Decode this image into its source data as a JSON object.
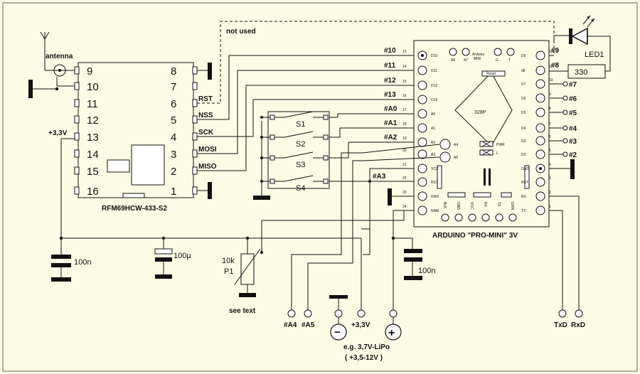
{
  "rfm": {
    "name": "RFM69HCW-433-S2",
    "left_pins": [
      "9",
      "10",
      "11",
      "12",
      "13",
      "14",
      "15",
      "16"
    ],
    "right_pins": [
      "8",
      "7",
      "6",
      "5",
      "4",
      "3",
      "2",
      "1"
    ],
    "signals": [
      "RST",
      "NSS",
      "SCK",
      "MOSI",
      "MISO"
    ]
  },
  "antenna_label": "antenna",
  "supply_33": "+3,3V",
  "not_used": "not used",
  "arduino": {
    "name": "ARDUINO \"PRO-MINI\" 3V",
    "chip_label": "328P",
    "board_text": [
      "Arduino",
      "MINI"
    ],
    "reset_label": "Reset",
    "pwr_label": "PWR",
    "l_label": "L",
    "left_pin_labels": [
      "D10",
      "D11",
      "D12",
      "D13",
      "A0",
      "A1",
      "A2",
      "A3",
      "VCC",
      "RST",
      "GND",
      "RAW"
    ],
    "left_pin_nums": [
      "13",
      "14",
      "15",
      "16",
      "17",
      "18",
      "19",
      "20",
      "21",
      "22",
      "23",
      "24"
    ],
    "right_pin_labels": [
      "D9",
      "d8",
      "D7",
      "D6",
      "D5",
      "D4",
      "D3",
      "D2",
      "GND",
      "RST",
      "RX",
      "TX"
    ],
    "right_pin_nums": [
      "12",
      "11",
      "10",
      "9",
      "8",
      "7",
      "6",
      "5",
      "4",
      "3",
      "2",
      "1"
    ],
    "top_pads": [
      "A6",
      "A7",
      "G",
      "T"
    ],
    "bottom_pads": [
      "BLK",
      "GND",
      "VCC",
      "RX",
      "TX",
      "GRN"
    ],
    "a4_label": "A4",
    "a5_label": "A5"
  },
  "net_left": [
    "#10",
    "#11",
    "#12",
    "#13",
    "#A0",
    "#A1",
    "#A2",
    "#A3"
  ],
  "net_right": [
    "#9",
    "#8",
    "#7",
    "#6",
    "#5",
    "#4",
    "#3",
    "#2"
  ],
  "switches": [
    "S1",
    "S2",
    "S3",
    "S4"
  ],
  "led_label": "LED1",
  "resistor_label": "330",
  "cap1": "100n",
  "cap2": "100µ",
  "cap3": "100n",
  "pot": {
    "value": "10k",
    "name": "P1",
    "note": "see text"
  },
  "bottom_terms": [
    "#A4",
    "#A5",
    "+3,3V",
    "TxD",
    "RxD"
  ],
  "minus_sign": "−",
  "plus_sign": "+",
  "battery_note": "e.g. 3,7V-LiPo",
  "battery_range": "( +3,5-12V )"
}
